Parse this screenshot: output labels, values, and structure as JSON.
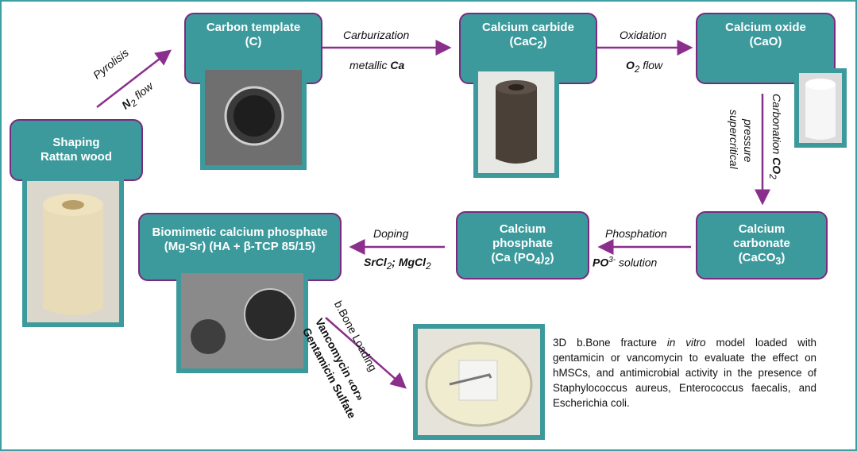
{
  "nodes": {
    "shaping": {
      "line1": "Shaping",
      "line2": "Rattan wood"
    },
    "carbon": {
      "line1": "Carbon template",
      "line2": "(C)"
    },
    "carbide": {
      "line1": "Calcium carbide",
      "line2": "(CaC",
      "sub": "2",
      "close": ")"
    },
    "oxide": {
      "line1": "Calcium oxide",
      "line2": "(CaO)"
    },
    "carbonate": {
      "line1": "Calcium",
      "line2": "carbonate",
      "line3": "(CaCO",
      "sub": "3",
      "close": ")"
    },
    "phosphate": {
      "line1": "Calcium",
      "line2": "phosphate",
      "line3": "(Ca (PO",
      "sub": "4",
      "close": ")",
      "sub2": "2",
      "close2": ")"
    },
    "biomimetic": {
      "line1": "Biomimetic calcium phosphate",
      "line2": "(Mg-Sr) (HA + β-TCP 85/15)"
    }
  },
  "steps": {
    "pyrolisis": {
      "name": "Pyrolisis",
      "reagent": "N",
      "sub": "2",
      "tail": " flow"
    },
    "carburization": {
      "name": "Carburization",
      "reagent_pre": "metallic ",
      "reagent": "Ca"
    },
    "oxidation": {
      "name": "Oxidation",
      "reagent": "O",
      "sub": "2",
      "tail": " flow"
    },
    "carbonation": {
      "name": "Carbonation ",
      "reagent": "CO",
      "sub": "2",
      "cond1": "pressure",
      "cond2": "supercritical"
    },
    "phosphation": {
      "name": "Phosphation",
      "reagent": "PO",
      "sup": "3-",
      "tail": " solution"
    },
    "doping": {
      "name": "Doping",
      "r1": "SrCl",
      "r1sub": "2",
      "sep": "; ",
      "r2": "MgCl",
      "r2sub": "2"
    },
    "loading": {
      "name": "b.Bone Loading",
      "drug1": "Vancomycin «or»",
      "drug2": "Gentamicin Sulfate"
    }
  },
  "description": {
    "pre": "3D b.Bone fracture ",
    "em": "in vitro",
    "post": " model loaded with gentamicin or vancomycin to evaluate the effect on hMSCs, and antimicrobial activity in the presence of Staphylococcus aureus, Enterococcus faecalis, and Escherichia coli."
  },
  "colors": {
    "box": "#3d9a9c",
    "border": "#7a2a7e",
    "arrow": "#8b2f8c",
    "frame": "#3b9ea3"
  }
}
